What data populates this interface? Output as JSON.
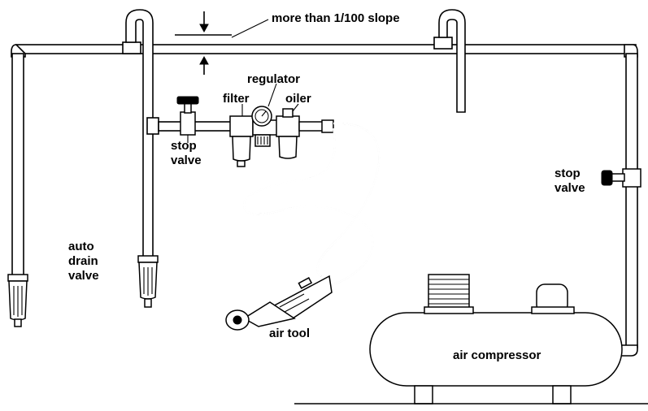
{
  "labels": {
    "slope": "more than 1/100 slope",
    "regulator": "regulator",
    "filter": "filter",
    "oiler": "oiler",
    "stop_valve_left_line1": "stop",
    "stop_valve_left_line2": "valve",
    "stop_valve_right_line1": "stop",
    "stop_valve_right_line2": "valve",
    "auto_drain_line1": "auto",
    "auto_drain_line2": "drain",
    "auto_drain_line3": "valve",
    "air_tool": "air tool",
    "air_compressor": "air compressor"
  }
}
